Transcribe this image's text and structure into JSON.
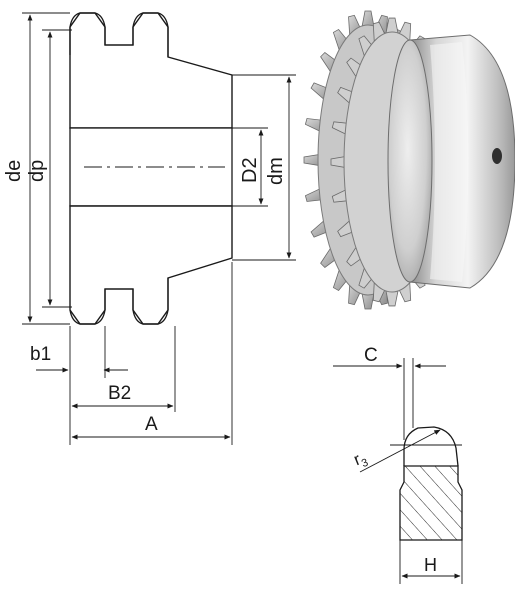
{
  "labels": {
    "de": "de",
    "dp": "dp",
    "d2": "D2",
    "dm": "dm",
    "b1": "b1",
    "b2": "B2",
    "a": "A",
    "c": "C",
    "r3_base": "r",
    "r3_sub": "3",
    "h": "H"
  },
  "colors": {
    "line": "#1a1a1a",
    "hatch": "#2a2a2a",
    "metal_light": "#e4e4e4",
    "metal_mid": "#b9b9b9",
    "metal_dark": "#7d7d7d"
  }
}
